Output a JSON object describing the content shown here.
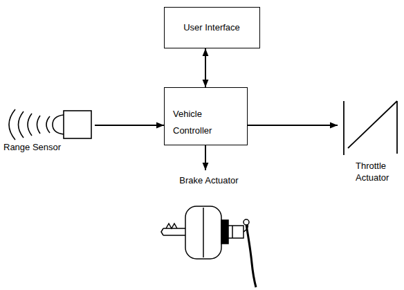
{
  "diagram": {
    "nodes": [
      {
        "text": [
          "User Interface"
        ]
      },
      {
        "text": [
          "Range Sensor"
        ]
      },
      {
        "text": [
          "Vehicle Controller"
        ]
      },
      {
        "text": [
          "Throttle Actuator"
        ]
      },
      {
        "text": [
          "Brake Actuator"
        ]
      }
    ],
    "edges": [
      {
        "from": 0,
        "to": 2,
        "arrow": "both"
      },
      {
        "from": 1,
        "to": 2,
        "arrow": "to"
      },
      {
        "from": 2,
        "to": 3,
        "arrow": "to"
      },
      {
        "from": 2,
        "to": 4,
        "arrow": "to"
      }
    ]
  }
}
